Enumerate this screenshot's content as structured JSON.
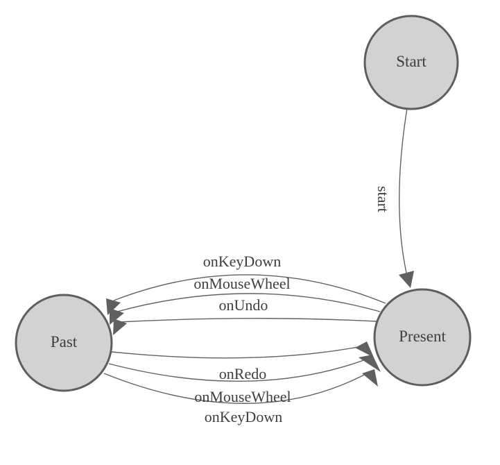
{
  "diagram": {
    "type": "state-machine",
    "background": "#ffffff",
    "nodes": [
      {
        "id": "start",
        "label": "Start"
      },
      {
        "id": "past",
        "label": "Past"
      },
      {
        "id": "present",
        "label": "Present"
      }
    ],
    "edges": [
      {
        "from": "start",
        "to": "present",
        "label": "start"
      },
      {
        "from": "present",
        "to": "past",
        "label": "onKeyDown"
      },
      {
        "from": "present",
        "to": "past",
        "label": "onMouseWheel"
      },
      {
        "from": "present",
        "to": "past",
        "label": "onUndo"
      },
      {
        "from": "past",
        "to": "present",
        "label": "onRedo"
      },
      {
        "from": "past",
        "to": "present",
        "label": "onMouseWheel"
      },
      {
        "from": "past",
        "to": "present",
        "label": "onKeyDown"
      }
    ],
    "colors": {
      "node_fill": "#d2d2d2",
      "node_stroke": "#5e5e5e",
      "edge_stroke": "#616161",
      "arrow_fill": "#606060",
      "label_text": "#3e3e3e"
    }
  }
}
